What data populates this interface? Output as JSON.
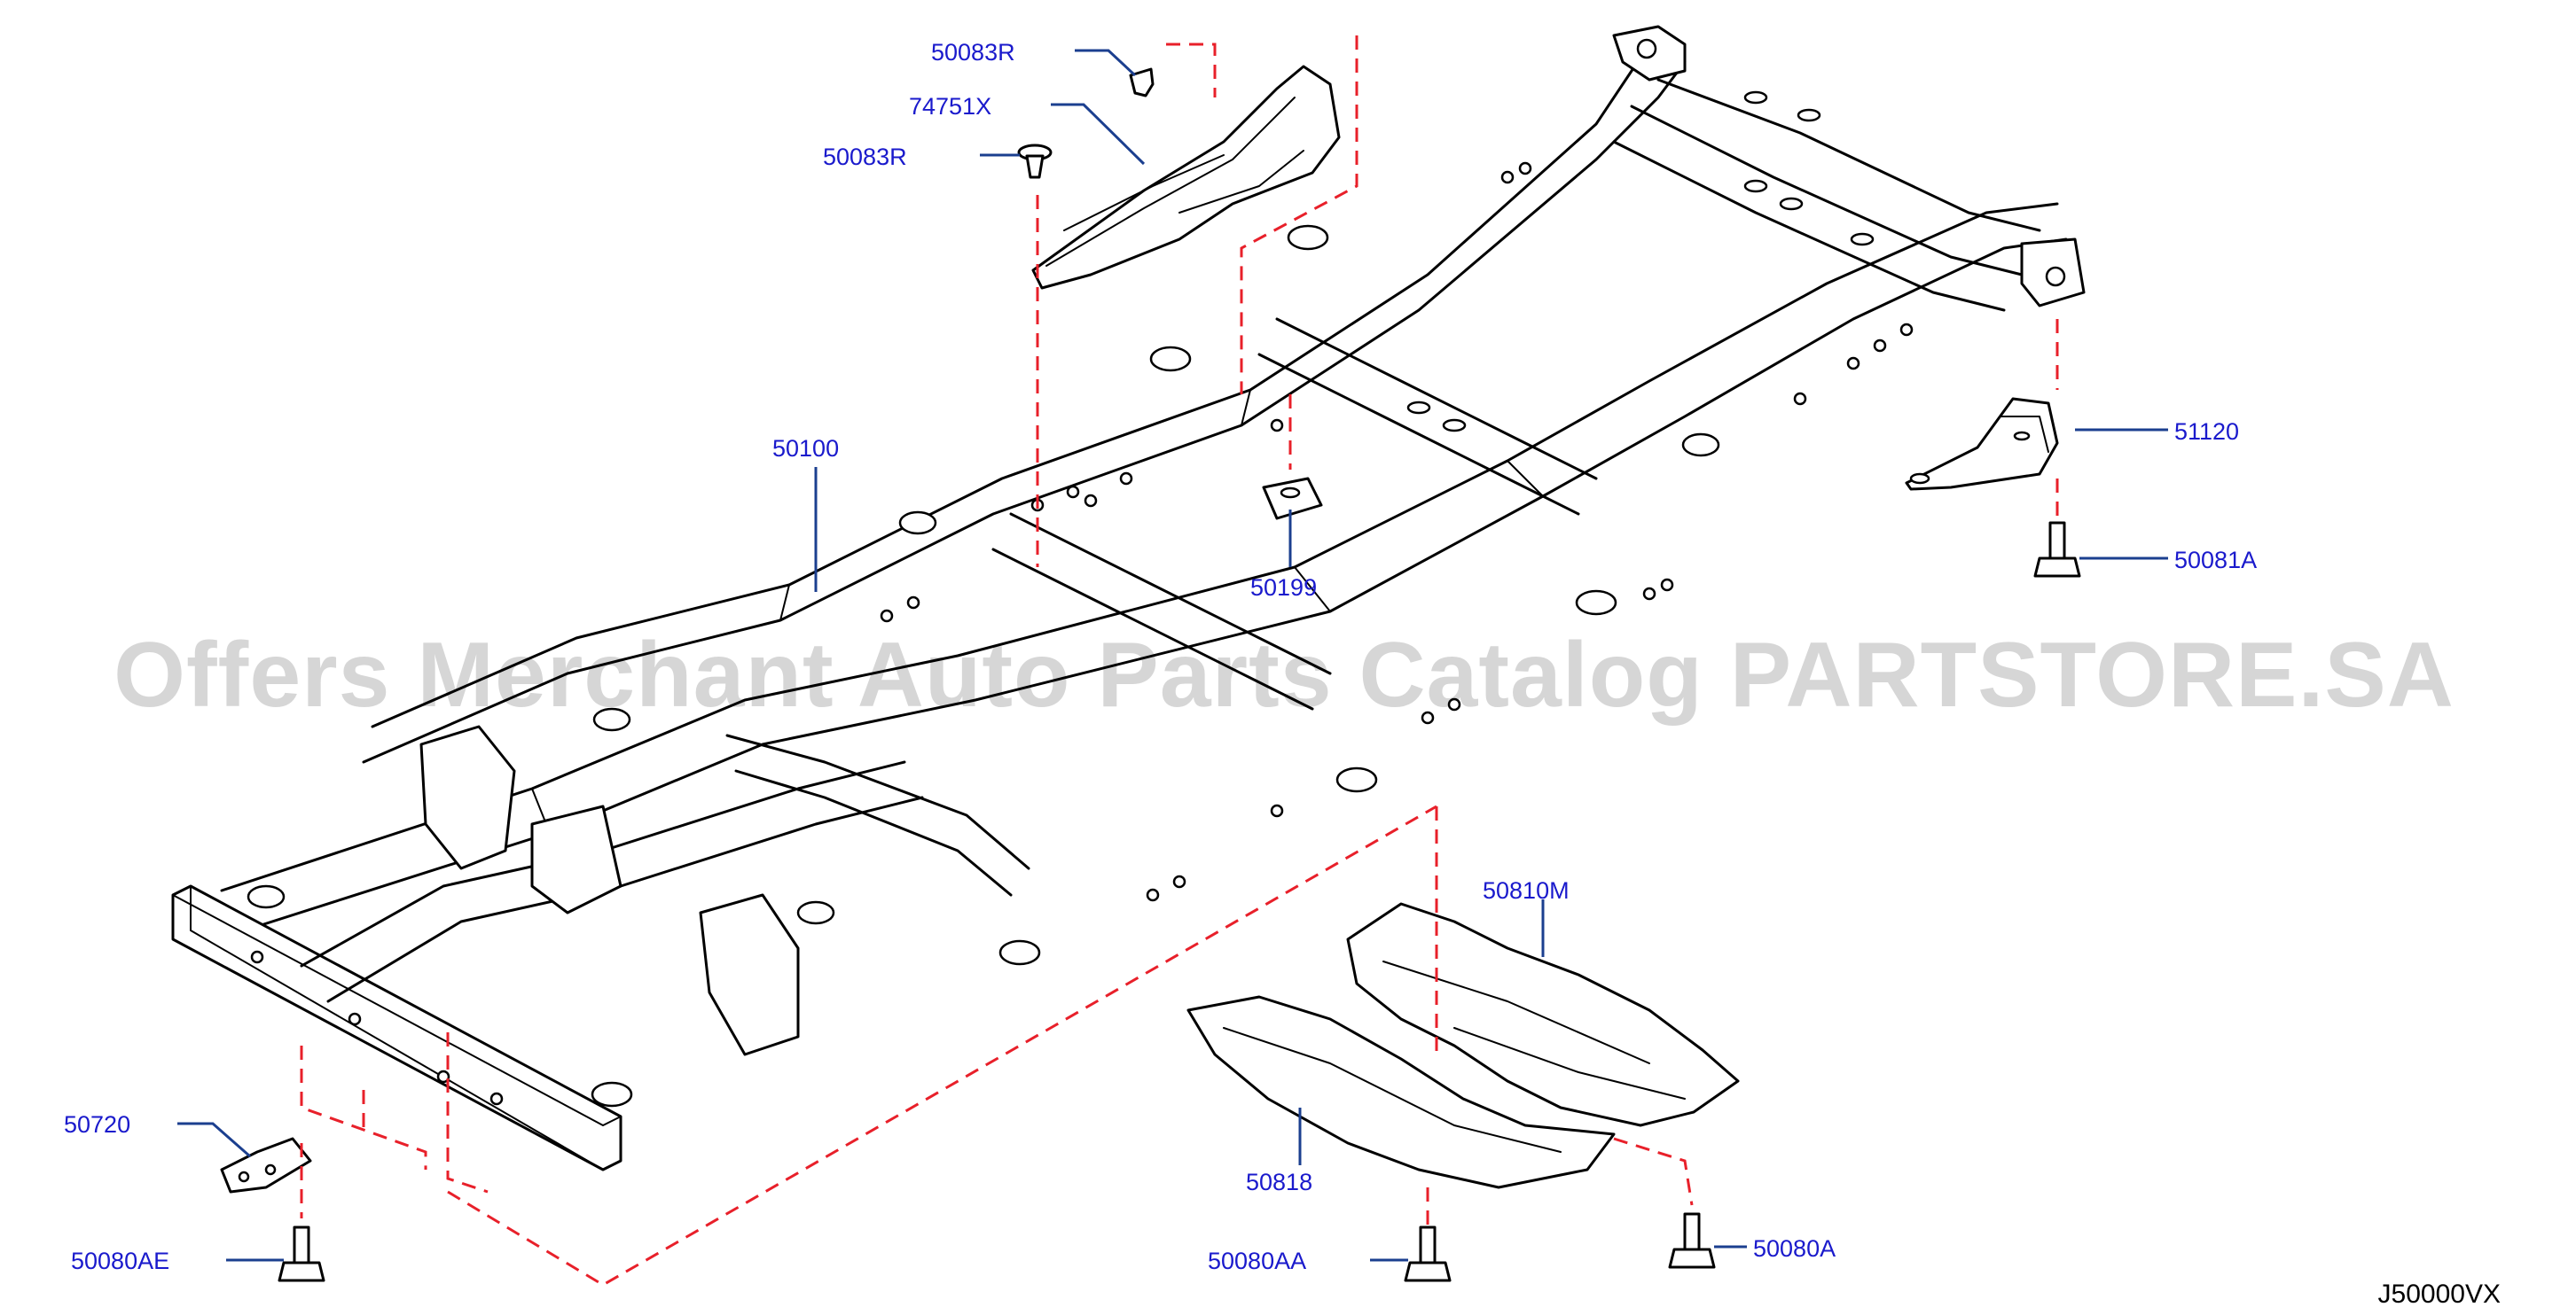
{
  "diagram": {
    "code": "J50000VX",
    "watermark": "Offers Merchant Auto Parts Catalog PARTSTORE.SA",
    "colors": {
      "callout_text": "#1a1acc",
      "leader_line": "#1b3f8f",
      "dashed_reference": "#e8202a",
      "line_art": "#000000",
      "watermark": "#d6d6d6"
    },
    "callouts": [
      {
        "id": "c1",
        "label": "50083R"
      },
      {
        "id": "c2",
        "label": "74751X"
      },
      {
        "id": "c3",
        "label": "50083R"
      },
      {
        "id": "c4",
        "label": "50100"
      },
      {
        "id": "c5",
        "label": "50199"
      },
      {
        "id": "c6",
        "label": "51120"
      },
      {
        "id": "c7",
        "label": "50081A"
      },
      {
        "id": "c8",
        "label": "50810M"
      },
      {
        "id": "c9",
        "label": "50720"
      },
      {
        "id": "c10",
        "label": "50818"
      },
      {
        "id": "c11",
        "label": "50080AE"
      },
      {
        "id": "c12",
        "label": "50080AA"
      },
      {
        "id": "c13",
        "label": "50080A"
      }
    ]
  }
}
